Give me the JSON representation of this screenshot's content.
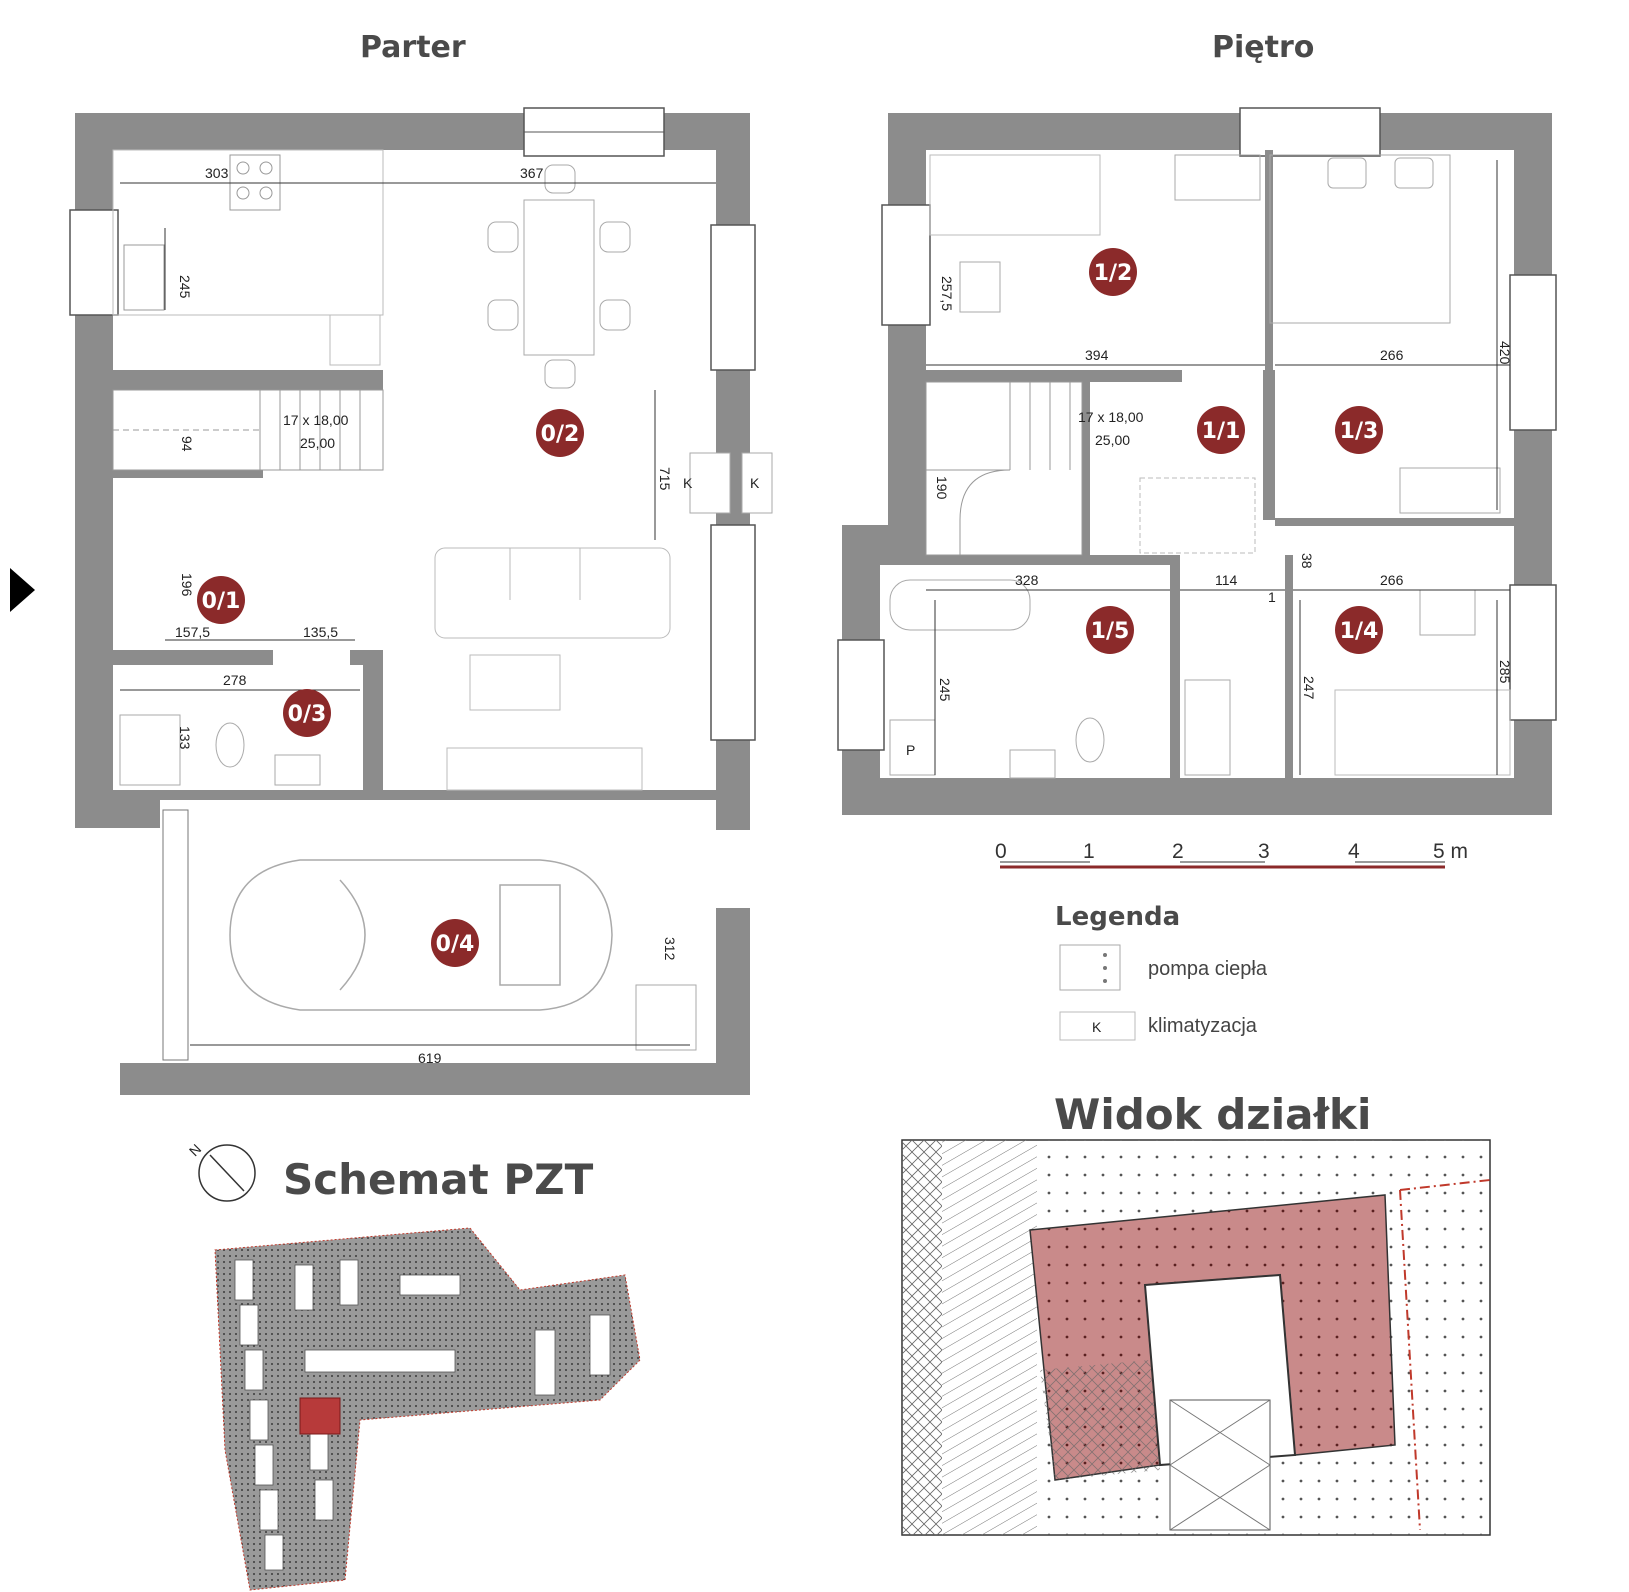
{
  "titles": {
    "parter": "Parter",
    "pietro": "Piętro",
    "widok": "Widok działki",
    "pzt": "Schemat PZT"
  },
  "rooms": {
    "r01": "0/1",
    "r02": "0/2",
    "r03": "0/3",
    "r04": "0/4",
    "r11": "1/1",
    "r12": "1/2",
    "r13": "1/3",
    "r14": "1/4",
    "r15": "1/5"
  },
  "dimensions": {
    "d303": "303",
    "d367": "367",
    "d245a": "245",
    "d715": "715",
    "d94": "94",
    "d196": "196",
    "d1575": "157,5",
    "d1355": "135,5",
    "d278": "278",
    "d133": "133",
    "d312": "312",
    "d619": "619",
    "stairs_p1": "17 x 18,00",
    "stairs_p2": "25,00",
    "d2575": "257,5",
    "d394": "394",
    "d266a": "266",
    "d420": "420",
    "d190": "190",
    "stairs_u1": "17 x 18,00",
    "stairs_u2": "25,00",
    "d38": "38",
    "d328": "328",
    "d114": "114",
    "d266b": "266",
    "d245b": "245",
    "d247": "247",
    "d285": "285",
    "d1": "1"
  },
  "marks": {
    "k1": "K",
    "k2": "K",
    "p": "P",
    "north": "N"
  },
  "scale": {
    "s0": "0",
    "s1": "1",
    "s2": "2",
    "s3": "3",
    "s4": "4",
    "s5": "5 m"
  },
  "legend": {
    "title": "Legenda",
    "pump": "pompa ciepła",
    "ac": "klimatyzacja",
    "ac_symbol": "K"
  },
  "colors": {
    "wall": "#8c8c8c",
    "room_badge": "#8b2a2a",
    "site_fill": "#c98a8a",
    "highlight": "#c0392b"
  }
}
